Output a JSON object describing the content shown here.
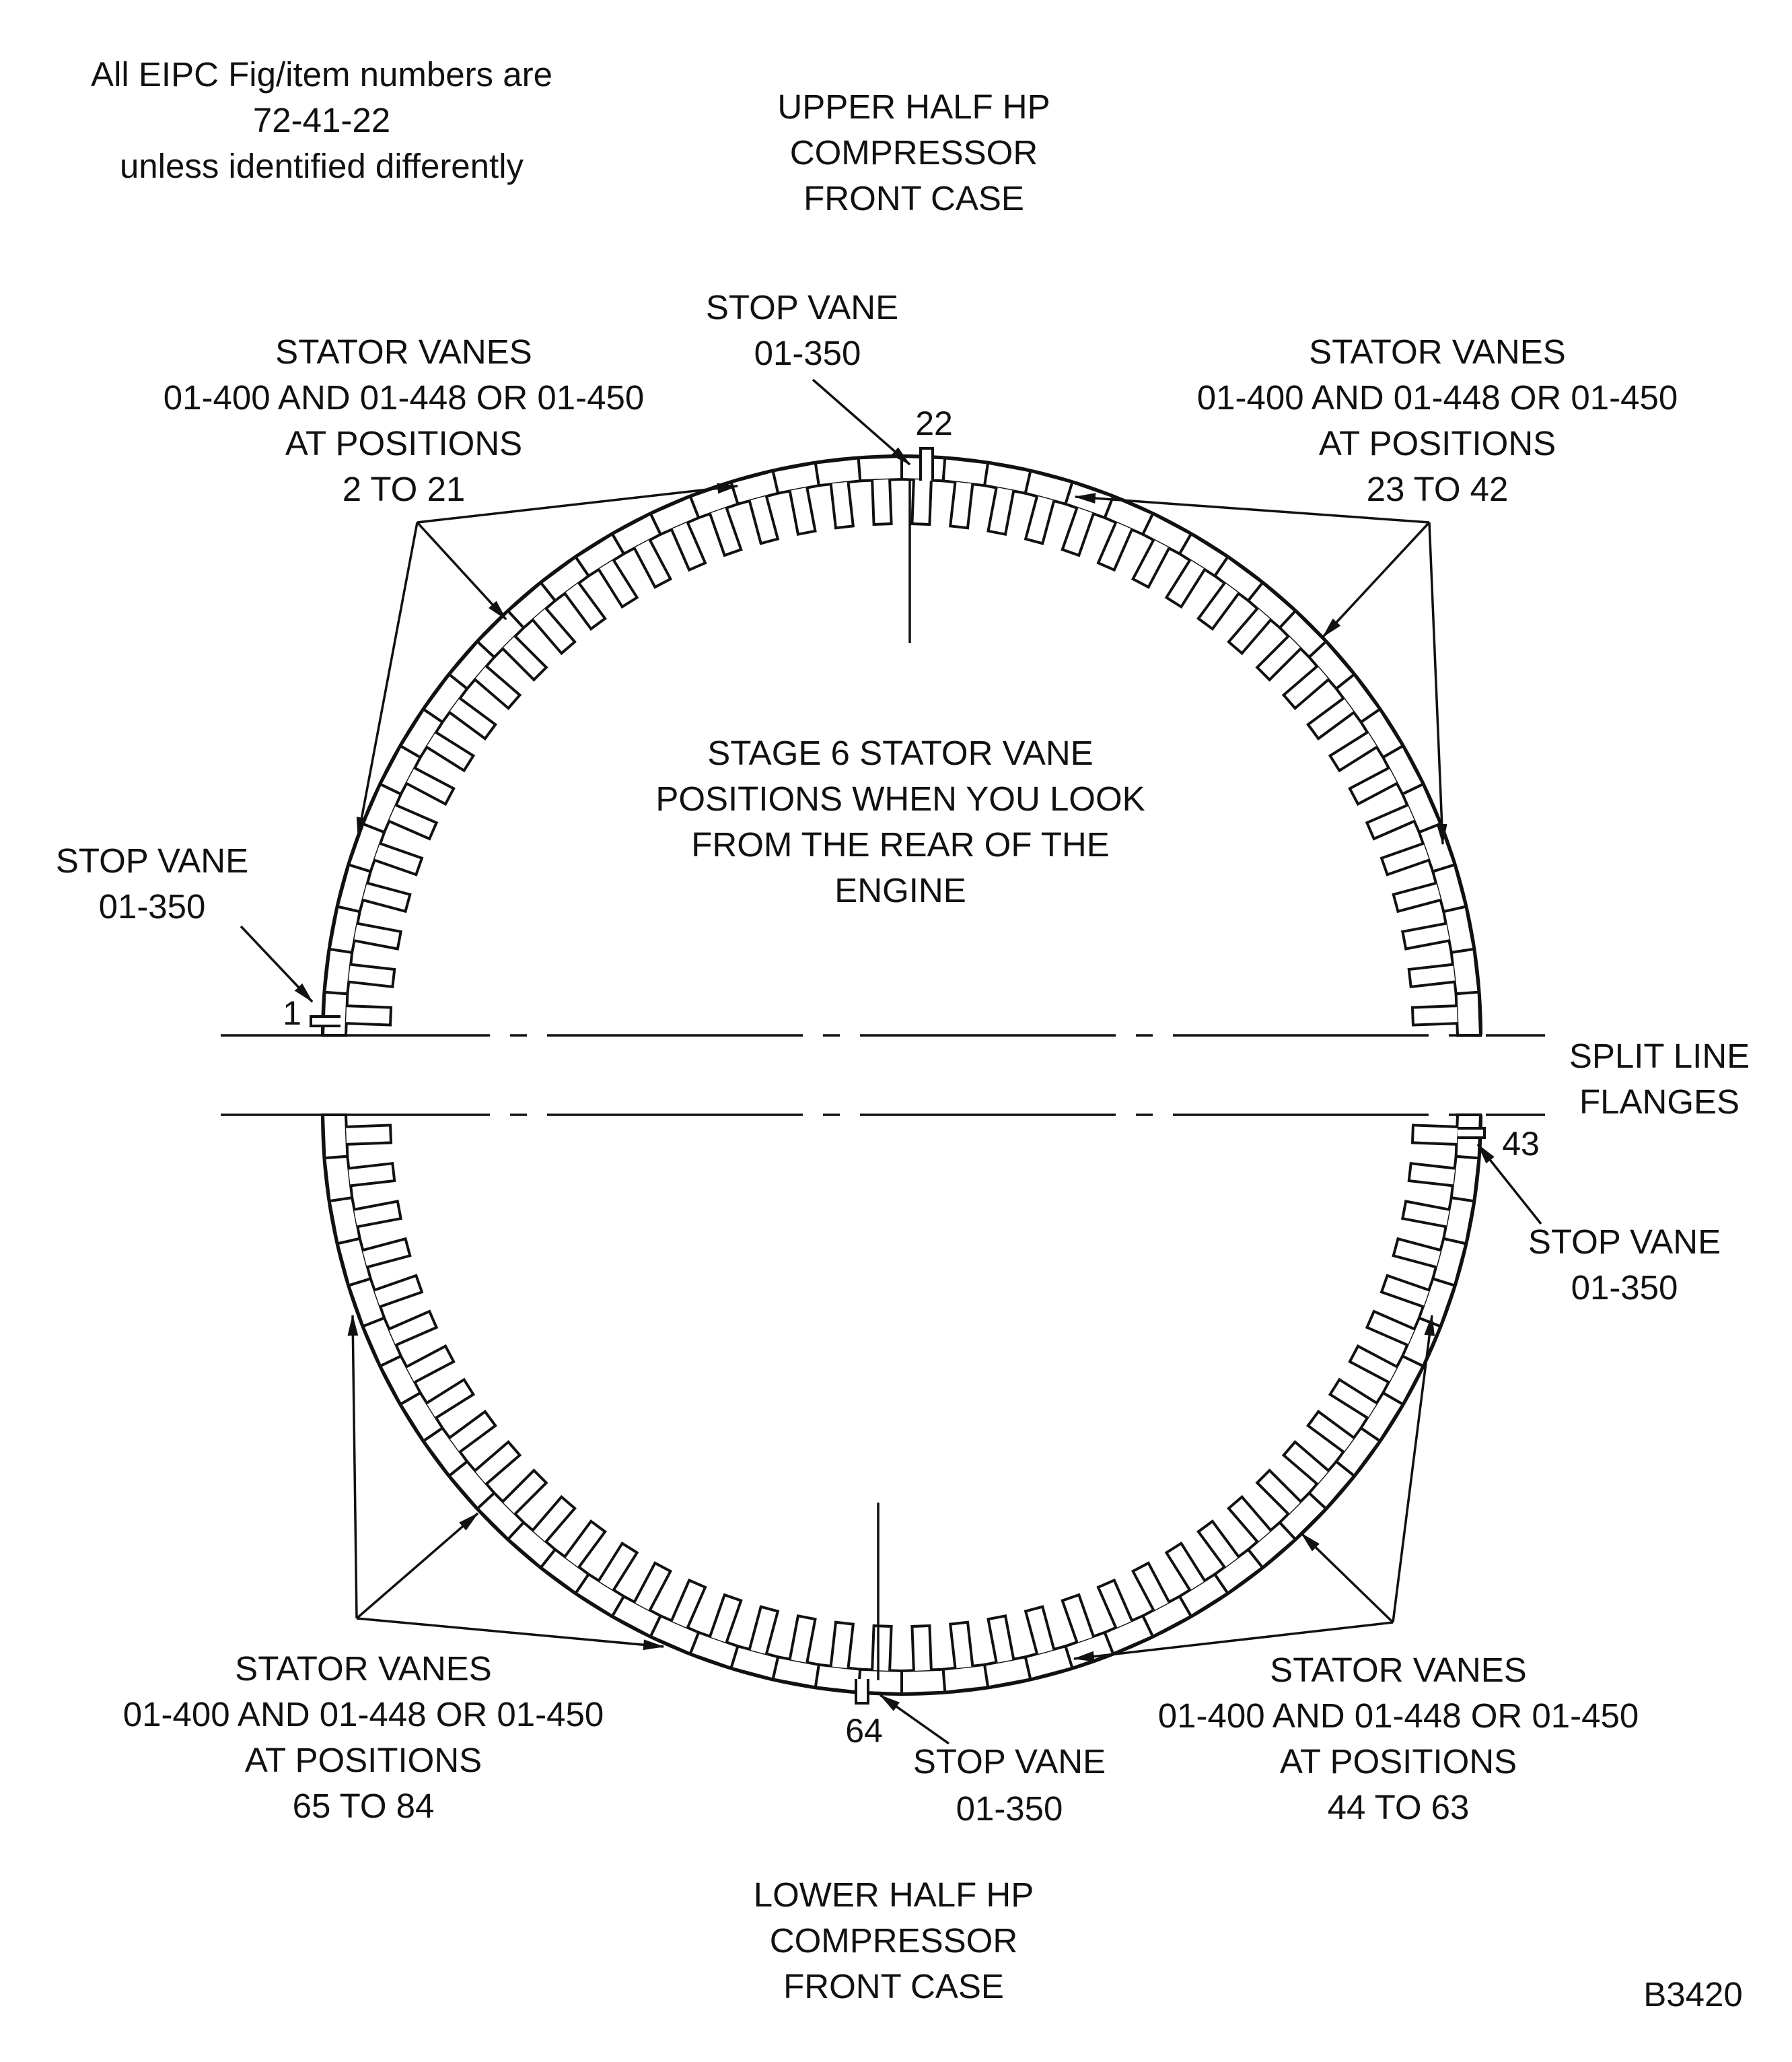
{
  "note": {
    "line1": "All EIPC Fig/item numbers are",
    "line2": "72-41-22",
    "line3": "unless identified differently"
  },
  "upper_case": {
    "line1": "UPPER HALF HP",
    "line2": "COMPRESSOR",
    "line3": "FRONT CASE"
  },
  "lower_case": {
    "line1": "LOWER HALF HP",
    "line2": "COMPRESSOR",
    "line3": "FRONT CASE"
  },
  "center_title": {
    "line1": "STAGE 6 STATOR VANE",
    "line2": "POSITIONS WHEN YOU LOOK",
    "line3": "FROM THE REAR OF THE",
    "line4": "ENGINE"
  },
  "split_line": {
    "line1": "SPLIT LINE",
    "line2": "FLANGES"
  },
  "stop_vane": {
    "top": {
      "line1": "STOP VANE",
      "line2": "01-350",
      "position": "22"
    },
    "left": {
      "line1": "STOP VANE",
      "line2": "01-350",
      "position": "1"
    },
    "right": {
      "line1": "STOP VANE",
      "line2": "01-350",
      "position": "43"
    },
    "bottom": {
      "line1": "STOP VANE",
      "line2": "01-350",
      "position": "64"
    }
  },
  "stator_groups": {
    "upper_left": {
      "line1": "STATOR VANES",
      "line2": "01-400 AND 01-448 OR 01-450",
      "line3": "AT POSITIONS",
      "line4": "2 TO 21"
    },
    "upper_right": {
      "line1": "STATOR VANES",
      "line2": "01-400 AND 01-448 OR 01-450",
      "line3": "AT POSITIONS",
      "line4": "23 TO 42"
    },
    "lower_left": {
      "line1": "STATOR VANES",
      "line2": "01-400 AND 01-448 OR 01-450",
      "line3": "AT POSITIONS",
      "line4": "65 TO 84"
    },
    "lower_right": {
      "line1": "STATOR VANES",
      "line2": "01-400 AND 01-448 OR 01-450",
      "line3": "AT POSITIONS",
      "line4": "44 TO 63"
    }
  },
  "figure_id": "B3420",
  "vane_count": 84
}
